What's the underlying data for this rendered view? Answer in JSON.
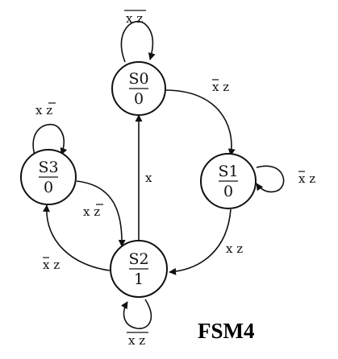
{
  "title": "FSM4",
  "states": [
    {
      "id": "S0",
      "name": "S0",
      "output": "0"
    },
    {
      "id": "S1",
      "name": "S1",
      "output": "0"
    },
    {
      "id": "S2",
      "name": "S2",
      "output": "1"
    },
    {
      "id": "S3",
      "name": "S3",
      "output": "0"
    }
  ],
  "transitions": [
    {
      "from": "S0",
      "to": "S0",
      "label": "x z",
      "negated": [
        "x",
        "z"
      ]
    },
    {
      "from": "S0",
      "to": "S1",
      "label": "x z",
      "negated": [
        "x"
      ]
    },
    {
      "from": "S1",
      "to": "S1",
      "label": "x z",
      "negated": [
        "x"
      ]
    },
    {
      "from": "S1",
      "to": "S2",
      "label": "x z",
      "negated": []
    },
    {
      "from": "S2",
      "to": "S0",
      "label": "x",
      "negated": []
    },
    {
      "from": "S2",
      "to": "S2",
      "label": "x z",
      "negated": [
        "x",
        "z"
      ]
    },
    {
      "from": "S2",
      "to": "S3",
      "label": "x z",
      "negated": [
        "x"
      ]
    },
    {
      "from": "S3",
      "to": "S2",
      "label": "x z",
      "negated": [
        "z"
      ]
    },
    {
      "from": "S3",
      "to": "S3",
      "label": "x z",
      "negated": [
        "z"
      ]
    }
  ]
}
